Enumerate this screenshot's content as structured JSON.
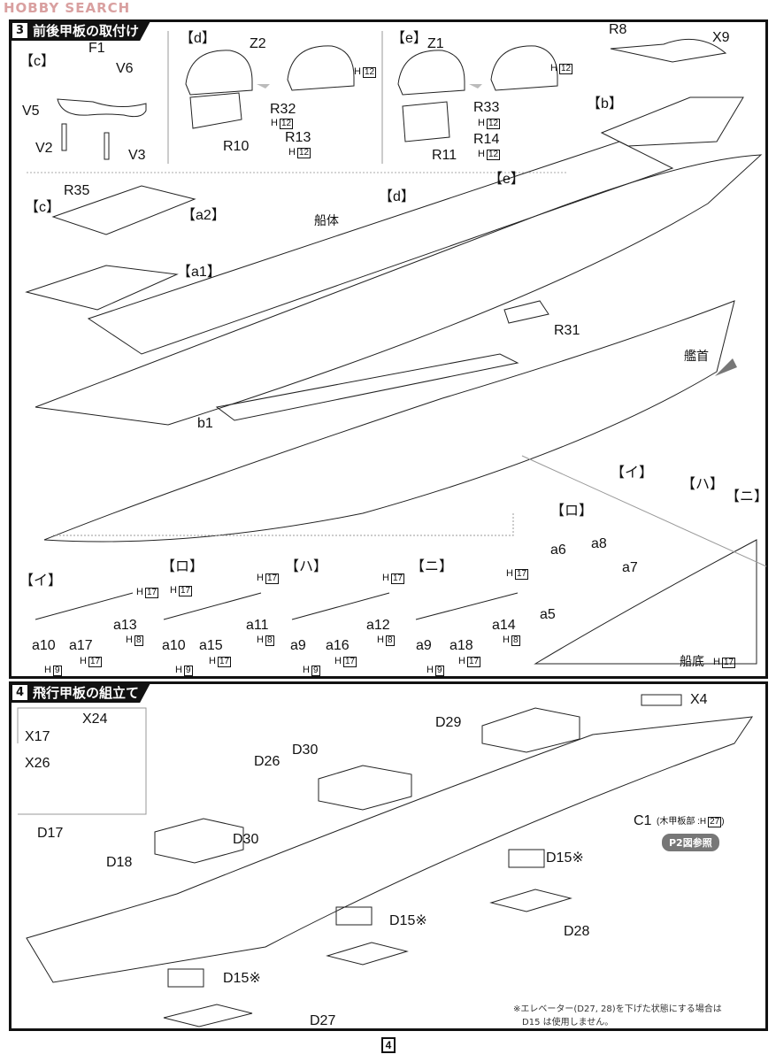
{
  "watermark": "HOBBY SEARCH",
  "step3": {
    "number": "3",
    "title": "前後甲板の取付け",
    "labels": [
      "【c】",
      "F1",
      "V6",
      "V5",
      "V2",
      "V3",
      "【d】",
      "Z2",
      "R10",
      "R32",
      "R13",
      "【e】",
      "Z1",
      "R11",
      "R33",
      "R14",
      "R8",
      "X9",
      "【b】",
      "【c】",
      "R35",
      "【a2】",
      "【a1】",
      "【d】",
      "【e】",
      "船体",
      "R31",
      "艦首",
      "b1",
      "【イ】",
      "【ハ】",
      "【ニ】",
      "【ロ】",
      "a8",
      "a6",
      "a7",
      "a5",
      "船底",
      "【イ】",
      "a10",
      "a17",
      "a13",
      "【ロ】",
      "a10",
      "a15",
      "a11",
      "【ハ】",
      "a9",
      "a16",
      "a12",
      "【ニ】",
      "a9",
      "a18",
      "a14"
    ],
    "h12": "H",
    "h12n": "12",
    "h17n": "17",
    "h9n": "9",
    "h8n": "8"
  },
  "step4": {
    "number": "4",
    "title": "飛行甲板の組立て",
    "labels": [
      "X17",
      "X24",
      "X26",
      "D26",
      "D30",
      "D30",
      "D29",
      "X4",
      "C1",
      "D15※",
      "D28",
      "D17",
      "D18",
      "D15※",
      "D15※",
      "D27"
    ],
    "c1_note": "(木甲板部 :H",
    "c1_note_num": "27",
    "c1_note_end": ")",
    "ref_badge": "P2図参照",
    "footnote_line1": "※エレベーター(D27, 28)を下げた状態にする場合は",
    "footnote_line2": "D15 は使用しません。"
  },
  "page_number": "4"
}
